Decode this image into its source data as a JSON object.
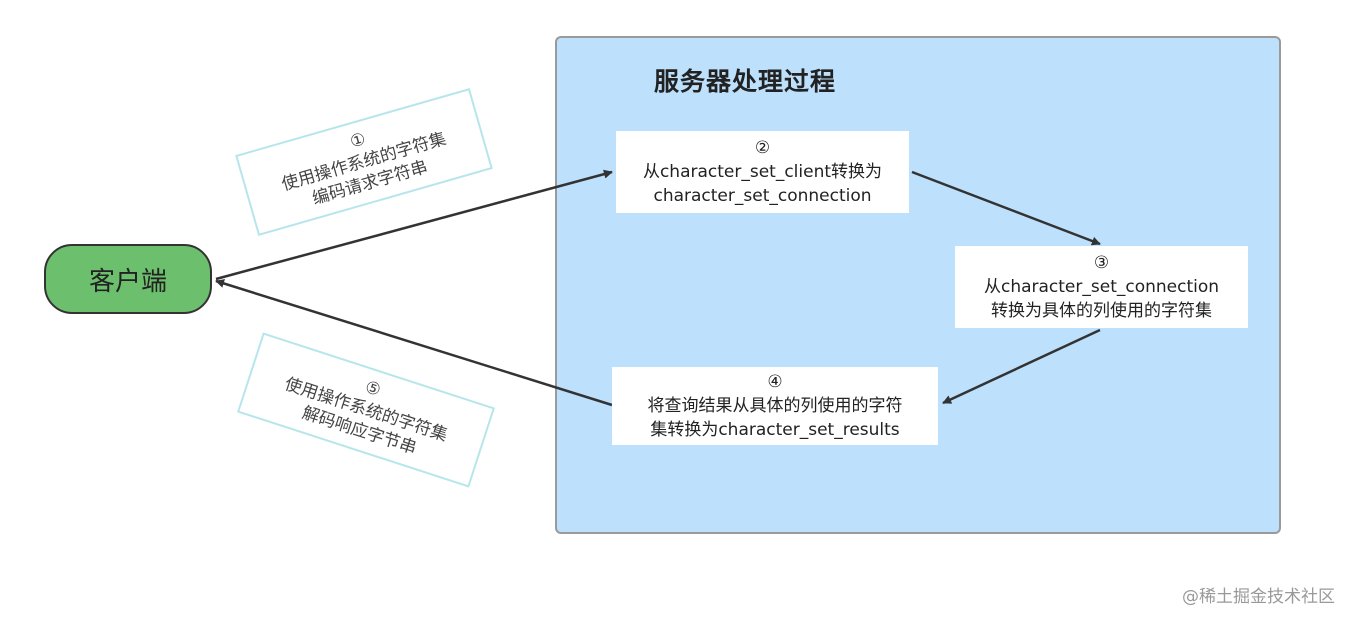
{
  "server": {
    "title": "服务器处理过程"
  },
  "client": {
    "label": "客户端"
  },
  "steps": [
    {
      "num": "②",
      "line1": "从character_set_client转换为",
      "line2": "character_set_connection"
    },
    {
      "num": "③",
      "line1": "从character_set_connection",
      "line2": "转换为具体的列使用的字符集"
    },
    {
      "num": "④",
      "line1": "将查询结果从具体的列使用的字符",
      "line2": "集转换为character_set_results"
    }
  ],
  "notes": [
    {
      "num": "①",
      "line1": "使用操作系统的字符集",
      "line2": "编码请求字符串"
    },
    {
      "num": "⑤",
      "line1": "使用操作系统的字符集",
      "line2": "解码响应字节串"
    }
  ],
  "watermark": "@稀土掘金技术社区",
  "colors": {
    "server_bg": "#bde0fc",
    "client_bg": "#6cbf6c",
    "note_border": "#b6e6ec",
    "arrow": "#333333"
  }
}
